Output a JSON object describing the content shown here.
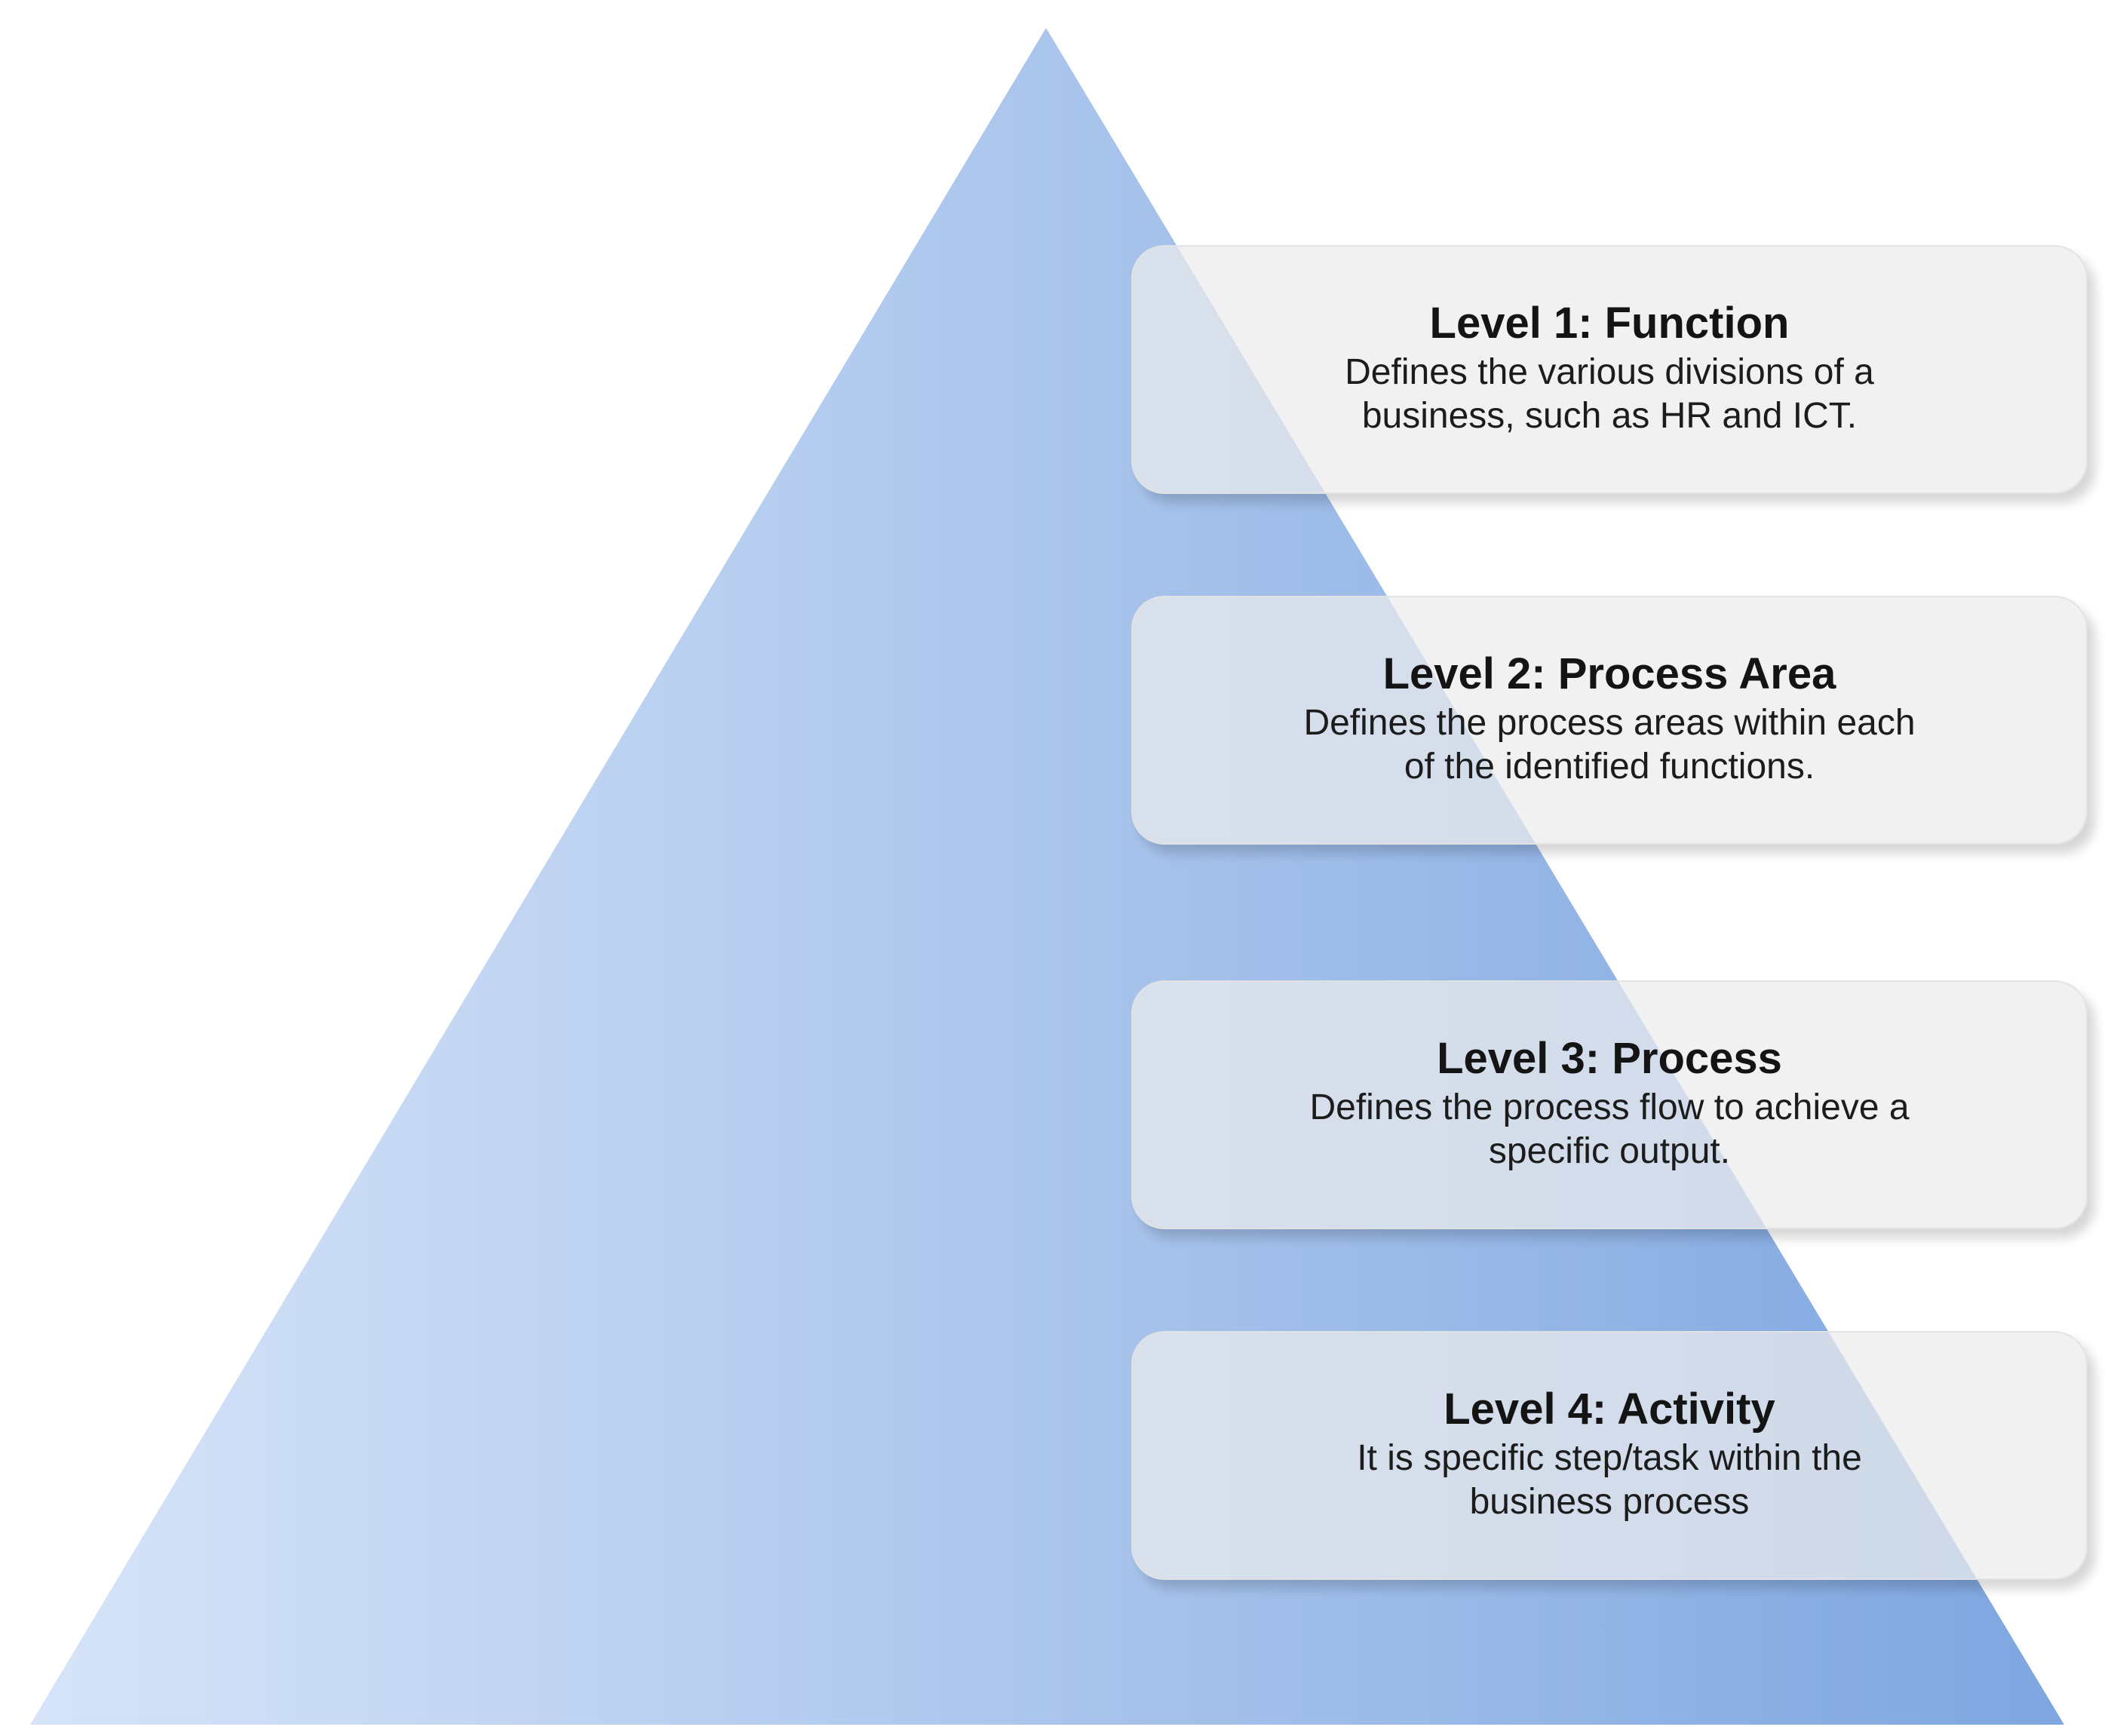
{
  "colors": {
    "pyramid_light": "#d6e4f8",
    "pyramid_dark": "#7ea6e0",
    "card_fill": "#ececec",
    "text": "#141414"
  },
  "levels": [
    {
      "title": "Level 1: Function",
      "description_lines": [
        "Defines the various divisions of a",
        "business, such as HR and ICT."
      ]
    },
    {
      "title": "Level 2: Process Area",
      "description_lines": [
        "Defines the process areas within each",
        "of the identified functions."
      ]
    },
    {
      "title": "Level 3: Process",
      "description_lines": [
        "Defines the process flow to achieve a",
        "specific output."
      ]
    },
    {
      "title": "Level 4: Activity",
      "description_lines": [
        "It is specific step/task within the",
        "business process"
      ]
    }
  ]
}
